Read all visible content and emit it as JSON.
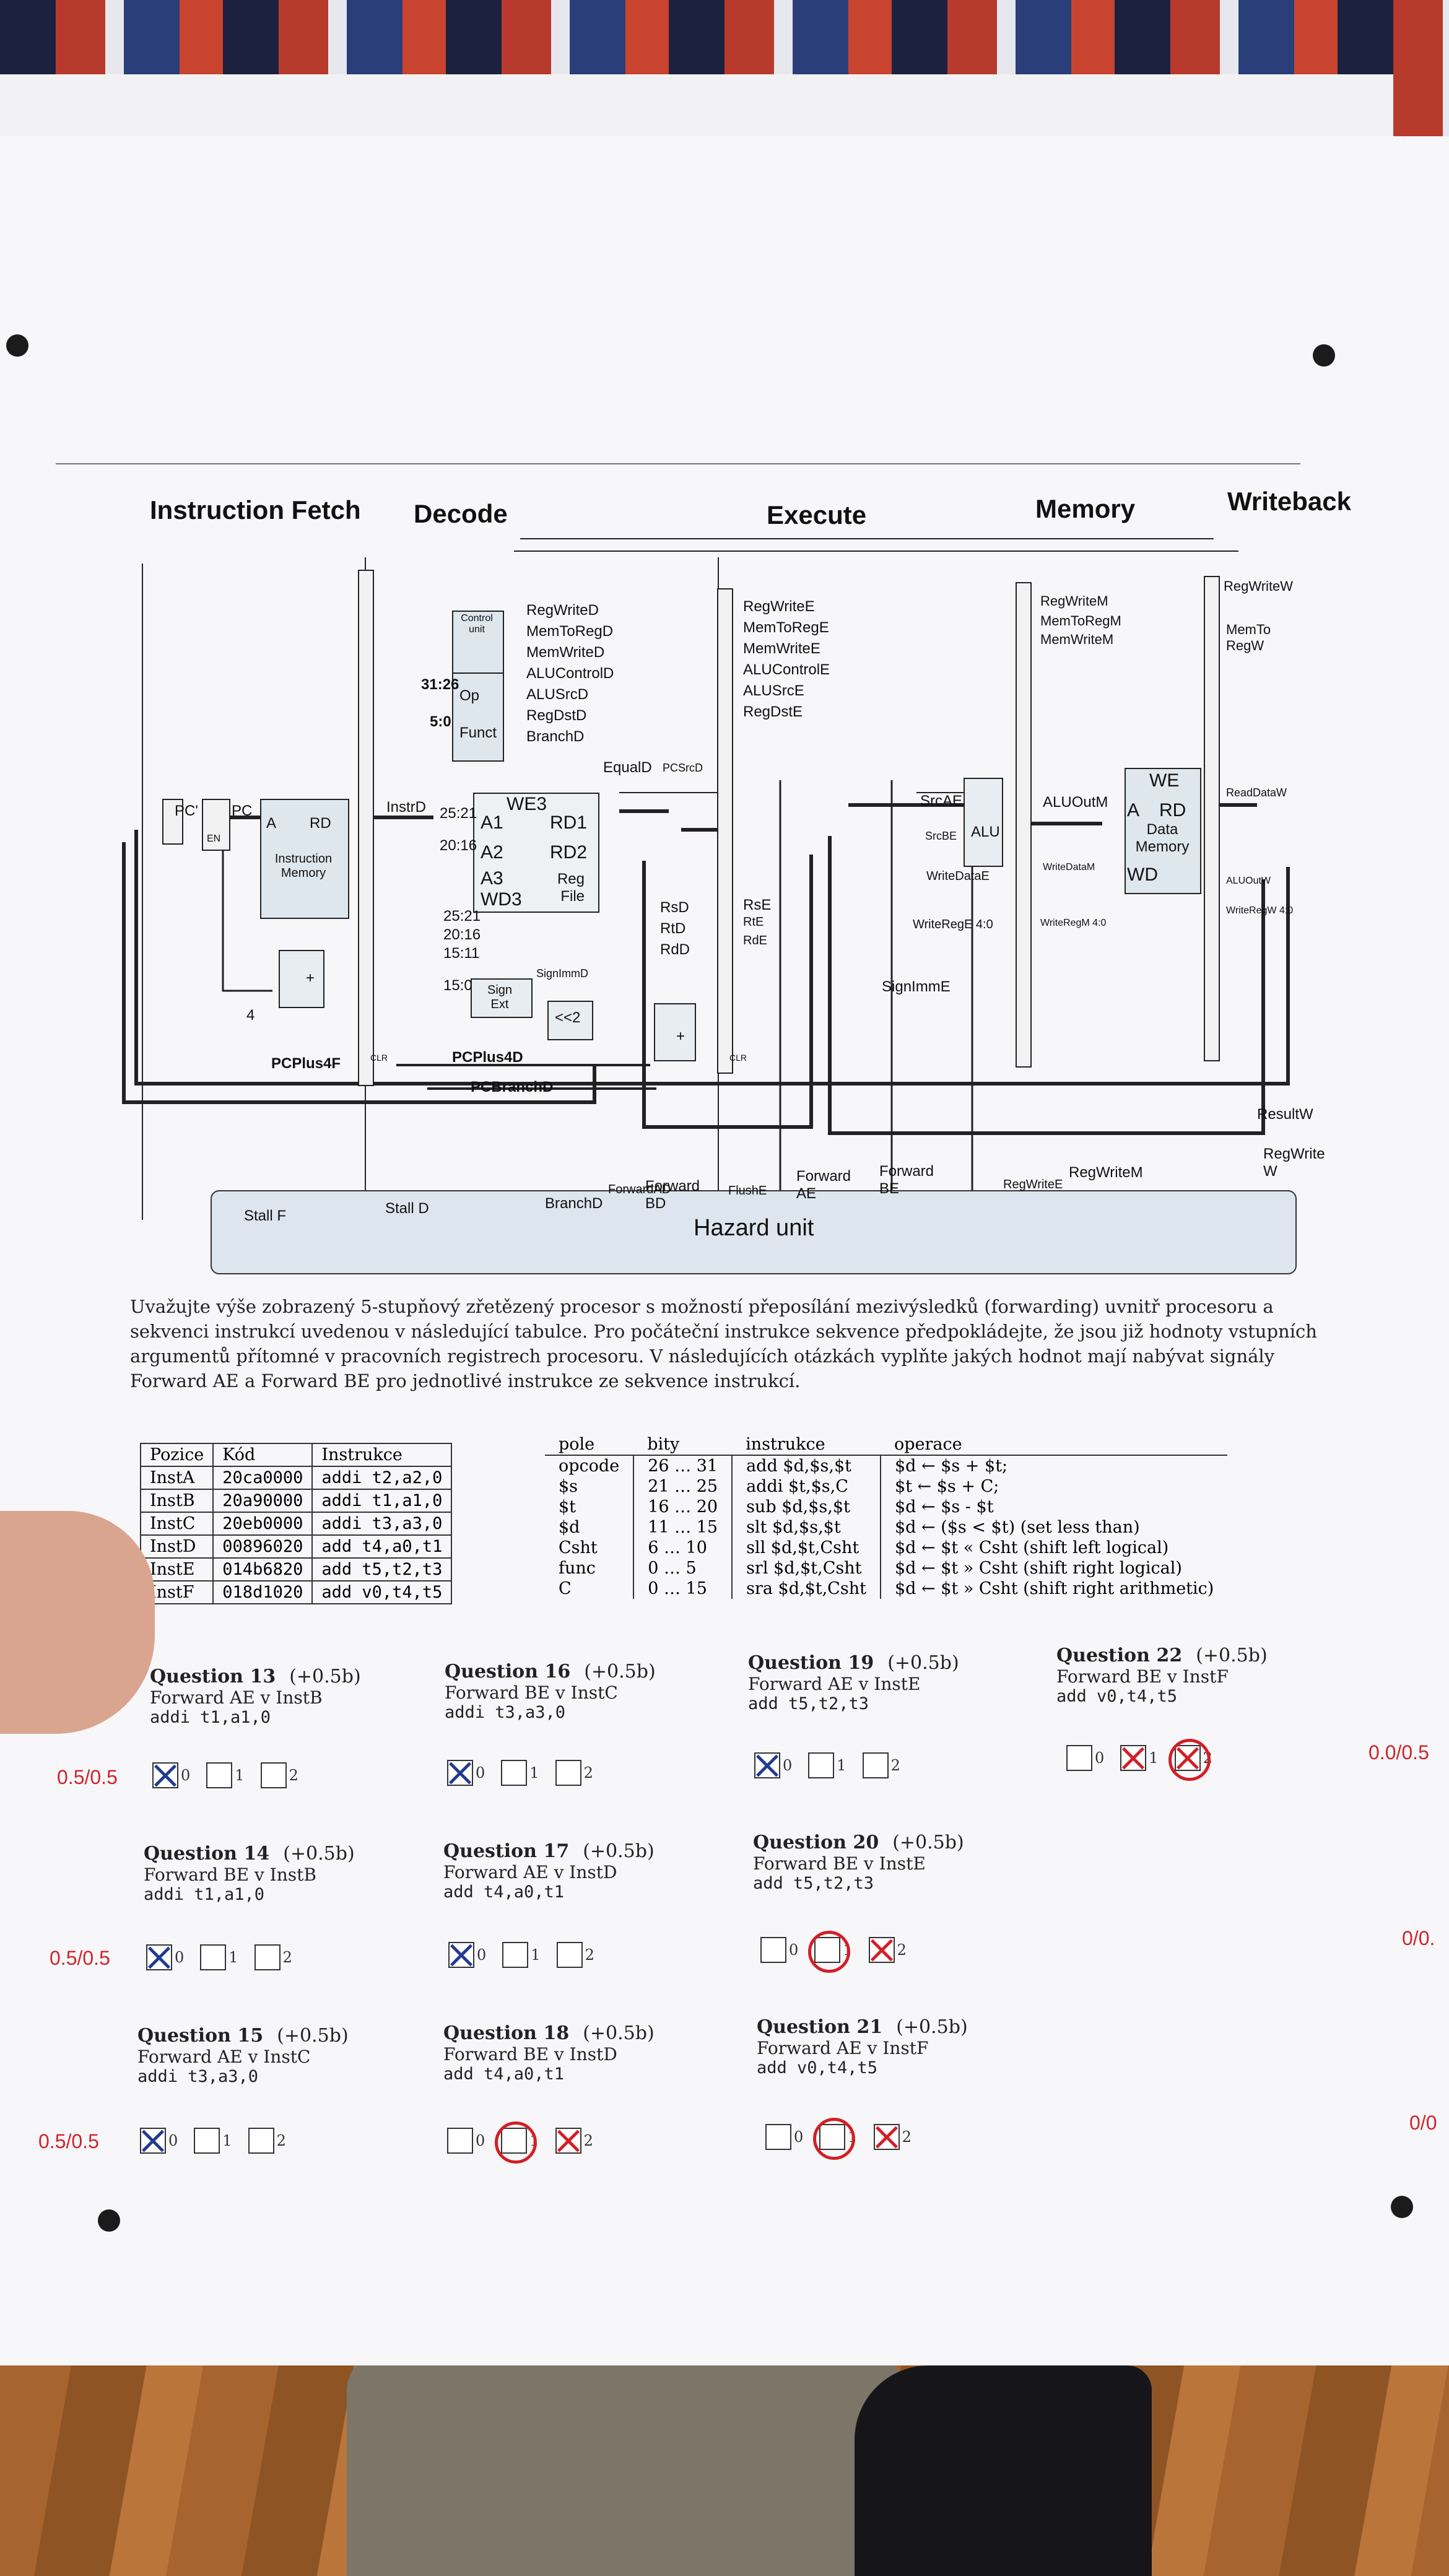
{
  "stages": [
    "Instruction Fetch",
    "Decode",
    "Execute",
    "Memory",
    "Writeback"
  ],
  "diagram": {
    "control_unit": "Control unit",
    "control_signals_d": [
      "RegWriteD",
      "MemToRegD",
      "MemWriteD",
      "ALUControlD",
      "ALUSrcD",
      "RegDstD",
      "BranchD"
    ],
    "control_signals_e": [
      "RegWriteE",
      "MemToRegE",
      "MemWriteE",
      "ALUControlE",
      "ALUSrcE",
      "RegDstE"
    ],
    "control_signals_m": [
      "RegWriteM",
      "MemToRegM",
      "MemWriteM"
    ],
    "control_signals_w": [
      "RegWriteW",
      "MemTo RegW"
    ],
    "op": "Op",
    "funct": "Funct",
    "op_bits": "31:26",
    "funct_bits": "5:0",
    "pc": "PC",
    "pc_prime": "PC'",
    "en": "EN",
    "imem": {
      "a": "A",
      "rd": "RD",
      "name": "Instruction Memory"
    },
    "instrd": "InstrD",
    "regfile": {
      "we3": "WE3",
      "a1": "A1",
      "a2": "A2",
      "a3": "A3",
      "wd3": "WD3",
      "rd1": "RD1",
      "rd2": "RD2",
      "name": "Reg File",
      "b1": "25:21",
      "b2": "20:16"
    },
    "rs_rt_rd_bits": [
      "25:21",
      "20:16",
      "15:11"
    ],
    "rs_rt_rd_d": [
      "RsD",
      "RtD",
      "RdD"
    ],
    "rs_rt_rd_e": [
      "RsE",
      "RtE",
      "RdE"
    ],
    "imm_bits": "15:0",
    "sign_ext": "Sign Ext",
    "signimmd": "SignImmD",
    "shift": "<<2",
    "equald": "EqualD",
    "pcsrcd": "PCSrcD",
    "srcae": "SrcAE",
    "srcbe": "SrcBE",
    "alu": "ALU",
    "writedatae": "WriteDataE",
    "writerege": "WriteRegE 4:0",
    "signimme": "SignImmE",
    "aluoutm": "ALUOutM",
    "writedatam": "WriteDataM",
    "writeregm": "WriteRegM 4:0",
    "dmem": {
      "we": "WE",
      "a": "A",
      "rd": "RD",
      "name": "Data Memory",
      "wd": "WD"
    },
    "readdataw": "ReadDataW",
    "aluoutw": "ALUOutW",
    "writeregw": "WriteRegW 4:0",
    "pcplus4f": "PCPlus4F",
    "pcplus4d": "PCPlus4D",
    "pcbranchd": "PCBranchD",
    "resultw": "ResultW",
    "four": "4",
    "clr": "CLR",
    "plus": "+"
  },
  "hazard": {
    "title": "Hazard unit",
    "signals": [
      "Stall F",
      "Stall D",
      "BranchD",
      "ForwardAD",
      "Forward BD",
      "FlushE",
      "Forward AE",
      "Forward BE",
      "RegWriteE",
      "RegWriteM",
      "RegWrite W"
    ]
  },
  "paragraph": "Uvažujte výše zobrazený 5-stupňový zřetězený procesor s možností přeposílání mezivýsledků (forwarding) uvnitř procesoru a sekvenci instrukcí uvedenou v následující tabulce. Pro počáteční instrukce sekvence předpokládejte, že jsou již hodnoty vstupních argumentů přítomné v pracovních registrech procesoru. V následujících otázkách vyplňte jakých hodnot mají nabývat signály Forward AE a Forward BE pro jednotlivé instrukce ze sekvence instrukcí.",
  "instr_table": {
    "headers": [
      "Pozice",
      "Kód",
      "Instrukce"
    ],
    "rows": [
      [
        "InstA",
        "20ca0000",
        "addi t2,a2,0"
      ],
      [
        "InstB",
        "20a90000",
        "addi t1,a1,0"
      ],
      [
        "InstC",
        "20eb0000",
        "addi t3,a3,0"
      ],
      [
        "InstD",
        "00896020",
        "add t4,a0,t1"
      ],
      [
        "InstE",
        "014b6820",
        "add t5,t2,t3"
      ],
      [
        "InstF",
        "018d1020",
        "add v0,t4,t5"
      ]
    ]
  },
  "ref_table": {
    "headers": [
      "pole",
      "bity",
      "instrukce",
      "operace"
    ],
    "rows": [
      [
        "opcode",
        "26 … 31",
        "add $d,$s,$t",
        "$d ← $s + $t;"
      ],
      [
        "$s",
        "21 … 25",
        "addi $t,$s,C",
        "$t ← $s + C;"
      ],
      [
        "$t",
        "16 … 20",
        "sub $d,$s,$t",
        "$d ← $s - $t"
      ],
      [
        "$d",
        "11 … 15",
        "slt $d,$s,$t",
        "$d ← ($s < $t) (set less than)"
      ],
      [
        "Csht",
        "6 … 10",
        "sll $d,$t,Csht",
        "$d ← $t « Csht (shift left logical)"
      ],
      [
        "func",
        "0 … 5",
        "srl $d,$t,Csht",
        "$d ← $t » Csht (shift right logical)"
      ],
      [
        "C",
        "0 … 15",
        "sra $d,$t,Csht",
        "$d ← $t » Csht (shift right arithmetic)"
      ]
    ]
  },
  "questions": {
    "q13": {
      "title": "Question 13",
      "pts": "(+0.5b)",
      "sub": "Forward AE v InstB",
      "code": "addi t1,a1,0",
      "score": "0.5/0.5"
    },
    "q14": {
      "title": "Question 14",
      "pts": "(+0.5b)",
      "sub": "Forward BE v InstB",
      "code": "addi t1,a1,0",
      "score": "0.5/0.5"
    },
    "q15": {
      "title": "Question 15",
      "pts": "(+0.5b)",
      "sub": "Forward AE v InstC",
      "code": "addi t3,a3,0",
      "score": "0.5/0.5"
    },
    "q16": {
      "title": "Question 16",
      "pts": "(+0.5b)",
      "sub": "Forward BE v InstC",
      "code": "addi t3,a3,0"
    },
    "q17": {
      "title": "Question 17",
      "pts": "(+0.5b)",
      "sub": "Forward AE v InstD",
      "code": "add t4,a0,t1"
    },
    "q18": {
      "title": "Question 18",
      "pts": "(+0.5b)",
      "sub": "Forward BE v InstD",
      "code": "add t4,a0,t1"
    },
    "q19": {
      "title": "Question 19",
      "pts": "(+0.5b)",
      "sub": "Forward AE v InstE",
      "code": "add t5,t2,t3"
    },
    "q20": {
      "title": "Question 20",
      "pts": "(+0.5b)",
      "sub": "Forward BE v InstE",
      "code": "add t5,t2,t3",
      "score": "0/0."
    },
    "q21": {
      "title": "Question 21",
      "pts": "(+0.5b)",
      "sub": "Forward AE v InstF",
      "code": "add v0,t4,t5",
      "score": "0/0"
    },
    "q22": {
      "title": "Question 22",
      "pts": "(+0.5b)",
      "sub": "Forward BE v InstF",
      "code": "add v0,t4,t5",
      "score": "0.0/0.5"
    },
    "options": [
      "0",
      "1",
      "2"
    ]
  },
  "colors": {
    "pen_blue": "#223b8f",
    "grade_red": "#d21f26"
  }
}
